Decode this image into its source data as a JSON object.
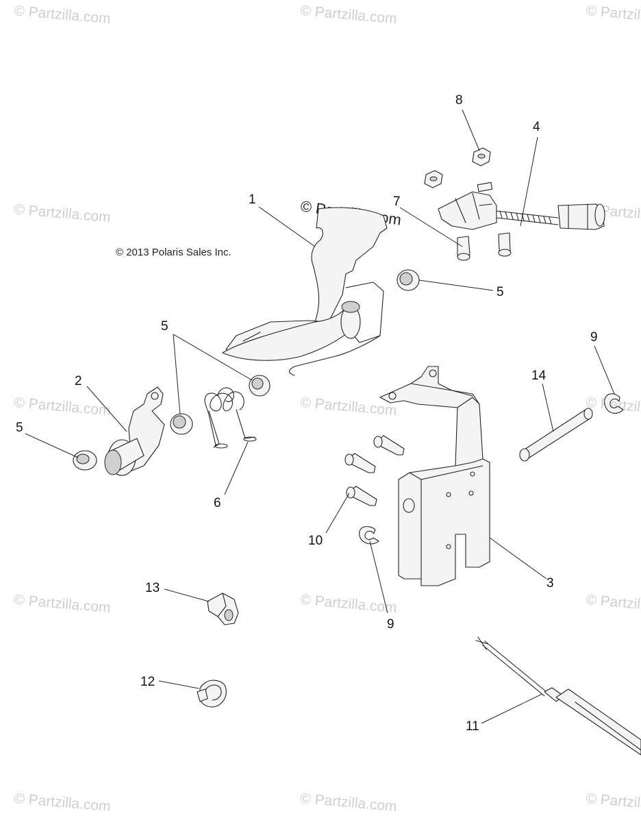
{
  "watermark_text": "© Partzilla.com",
  "copyright": "© 2013 Polaris Sales Inc.",
  "center_watermark": "© Partzilla.com",
  "callouts": {
    "c1": "1",
    "c2": "2",
    "c3": "3",
    "c4": "4",
    "c5a": "5",
    "c5b": "5",
    "c5c": "5",
    "c6": "6",
    "c7": "7",
    "c8": "8",
    "c9a": "9",
    "c9b": "9",
    "c10": "10",
    "c11": "11",
    "c12": "12",
    "c13": "13",
    "c14": "14"
  }
}
